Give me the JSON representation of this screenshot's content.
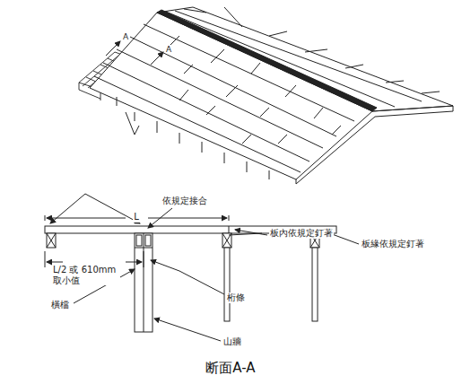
{
  "diagram": {
    "caption": "断面A-A",
    "labels": [
      "A",
      "A",
      "L",
      "依規定接合",
      "板內依規定釘著",
      "板緣依規定釘著",
      "L/2 或 610mm 取小值",
      "橫檔",
      "桁條",
      "山牆"
    ]
  }
}
